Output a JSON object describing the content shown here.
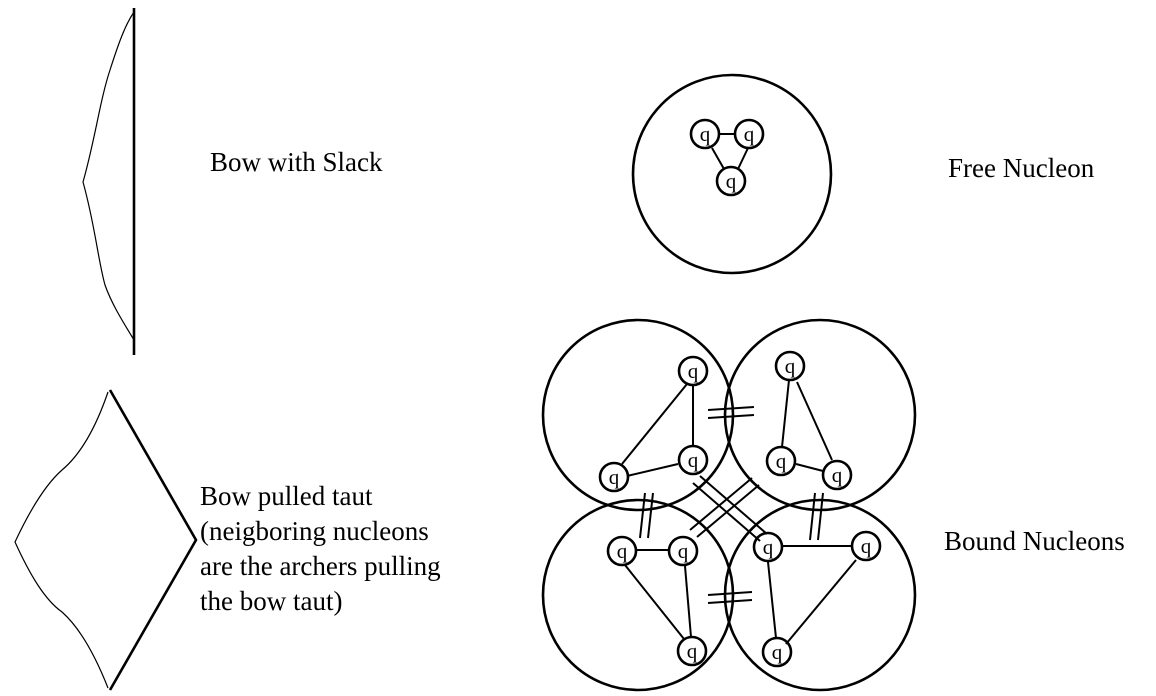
{
  "labels": {
    "bow_with_slack": "Bow with Slack",
    "free_nucleon": "Free Nucleon",
    "bow_taut_lines": [
      "Bow pulled taut",
      "(neigboring nucleons",
      "are the archers pulling",
      "the bow taut)"
    ],
    "bound_nucleons": "Bound Nucleons"
  },
  "quark_label": "q"
}
